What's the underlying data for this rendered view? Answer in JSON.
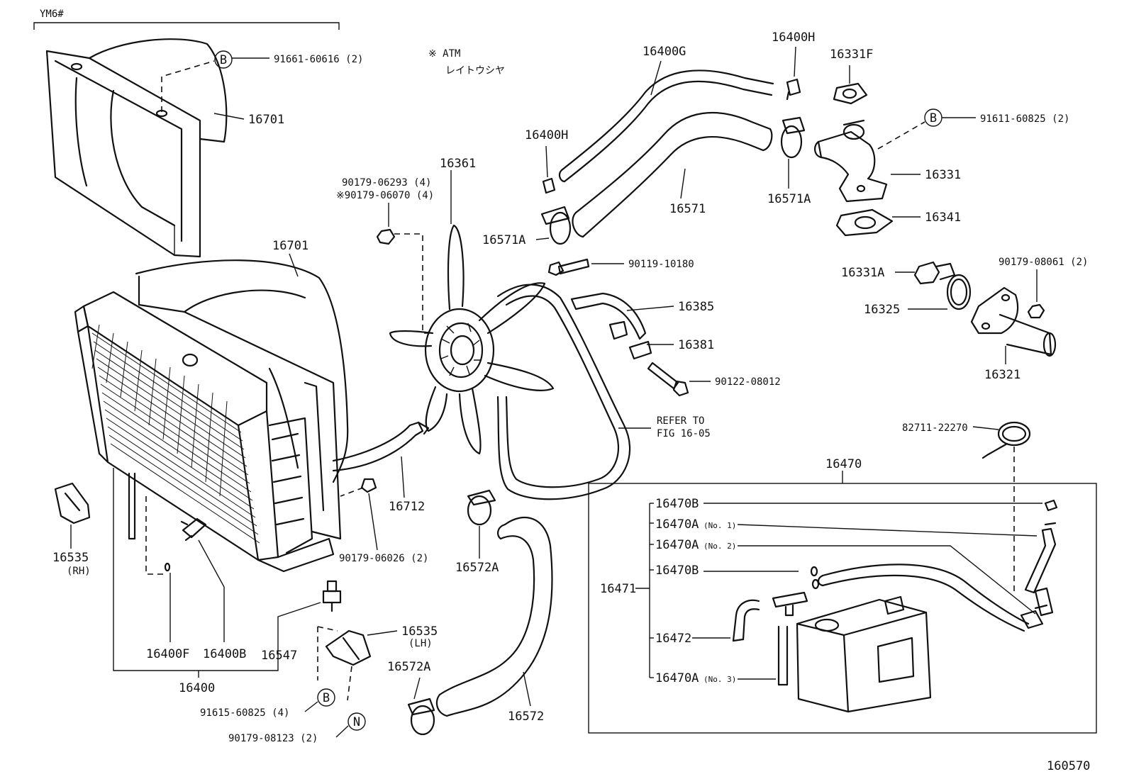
{
  "header": {
    "model": "YM6#",
    "note_mark": "※ ATM",
    "note_jp": "レイトウシヤ"
  },
  "figure_number": "160570",
  "circle_marks": {
    "b": "B",
    "n": "N"
  },
  "parts": {
    "p_91661_60616": "91661-60616 (2)",
    "p_16701_top": "16701",
    "p_16701_mid": "16701",
    "p_16400G": "16400G",
    "p_16400H_top": "16400H",
    "p_16400H_left": "16400H",
    "p_16331F": "16331F",
    "p_91611_60825": "91611-60825 (2)",
    "p_16331": "16331",
    "p_16341": "16341",
    "p_16571": "16571",
    "p_16571A_right": "16571A",
    "p_16571A_left": "16571A",
    "p_16361": "16361",
    "p_90179_06293": "90179-06293 (4)",
    "p_90179_06070": "※90179-06070 (4)",
    "p_90119_10180": "90119-10180",
    "p_16331A": "16331A",
    "p_90179_08061": "90179-08061 (2)",
    "p_16325": "16325",
    "p_16321": "16321",
    "p_16385": "16385",
    "p_16381": "16381",
    "p_90122_08012": "90122-08012",
    "p_refer_1": "REFER TO",
    "p_refer_2": "FIG 16-05",
    "p_82711_22270": "82711-22270",
    "p_16470": "16470",
    "p_16712": "16712",
    "p_90179_06026": "90179-06026 (2)",
    "p_16572A_top": "16572A",
    "p_16572A_bot": "16572A",
    "p_16572": "16572",
    "p_16535_rh": "16535",
    "p_16535_rh_sub": "(RH)",
    "p_16535_lh": "16535",
    "p_16535_lh_sub": "(LH)",
    "p_16547": "16547",
    "p_16400F": "16400F",
    "p_16400B": "16400B",
    "p_16400": "16400",
    "p_91615_60825": "91615-60825 (4)",
    "p_90179_08123": "90179-08123 (2)",
    "p_16471": "16471",
    "p_16470B_1": "16470B",
    "p_16470A_1": "16470A",
    "p_16470A_1_sub": "(No. 1)",
    "p_16470A_2": "16470A",
    "p_16470A_2_sub": "(No. 2)",
    "p_16470B_2": "16470B",
    "p_16472": "16472",
    "p_16470A_3": "16470A",
    "p_16470A_3_sub": "(No. 3)"
  }
}
